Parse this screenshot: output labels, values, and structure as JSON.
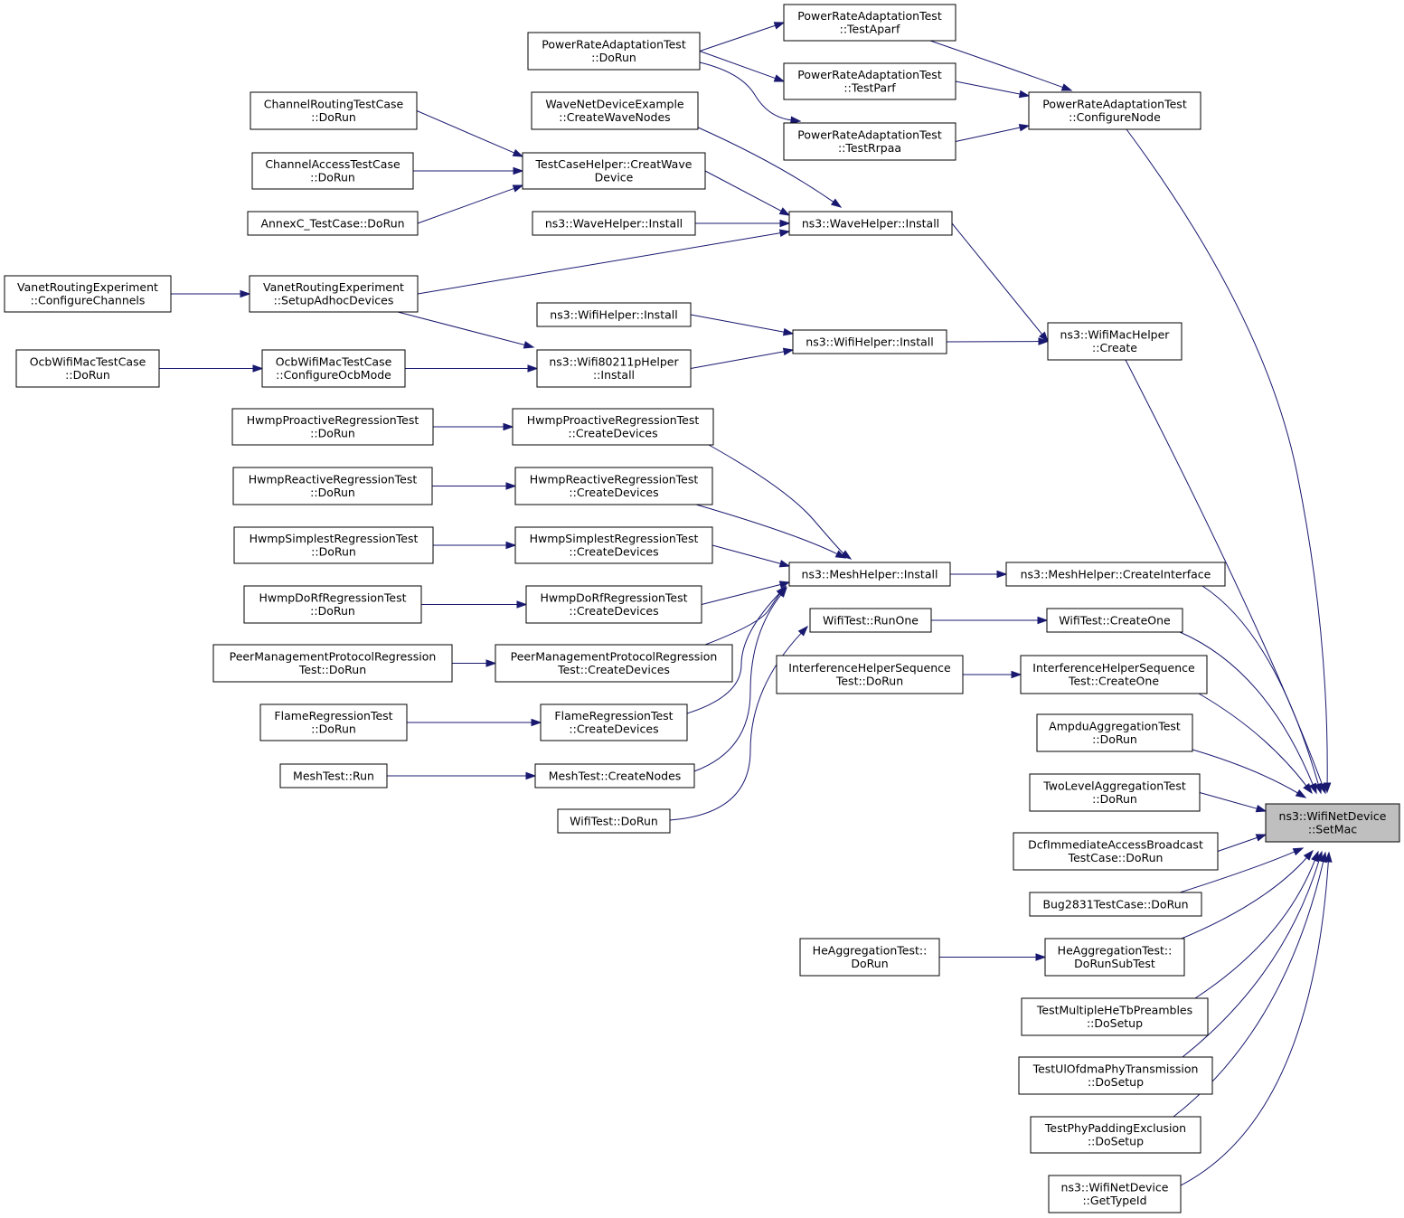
{
  "title": "",
  "nodes": [
    {
      "id": "setmac",
      "lines": [
        "ns3::WifiNetDevice",
        "::SetMac"
      ],
      "root": true
    },
    {
      "id": "pra_dorun",
      "lines": [
        "PowerRateAdaptationTest",
        "::DoRun"
      ]
    },
    {
      "id": "pra_aparf",
      "lines": [
        "PowerRateAdaptationTest",
        "::TestAparf"
      ]
    },
    {
      "id": "pra_parf",
      "lines": [
        "PowerRateAdaptationTest",
        "::TestParf"
      ]
    },
    {
      "id": "pra_rrpaa",
      "lines": [
        "PowerRateAdaptationTest",
        "::TestRrpaa"
      ]
    },
    {
      "id": "pra_confnode",
      "lines": [
        "PowerRateAdaptationTest",
        "::ConfigureNode"
      ]
    },
    {
      "id": "chroute_dorun",
      "lines": [
        "ChannelRoutingTestCase",
        "::DoRun"
      ]
    },
    {
      "id": "chaccess_dorun",
      "lines": [
        "ChannelAccessTestCase",
        "::DoRun"
      ]
    },
    {
      "id": "annexc_dorun",
      "lines": [
        "AnnexC_TestCase::DoRun"
      ]
    },
    {
      "id": "wavenet_createwave",
      "lines": [
        "WaveNetDeviceExample",
        "::CreateWaveNodes"
      ]
    },
    {
      "id": "tch_creatwave",
      "lines": [
        "TestCaseHelper::CreatWave",
        "Device"
      ]
    },
    {
      "id": "wavehelper_install_a",
      "lines": [
        "ns3::WaveHelper::Install"
      ]
    },
    {
      "id": "wavehelper_install_b",
      "lines": [
        "ns3::WaveHelper::Install"
      ]
    },
    {
      "id": "vanet_confchan",
      "lines": [
        "VanetRoutingExperiment",
        "::ConfigureChannels"
      ]
    },
    {
      "id": "vanet_setup",
      "lines": [
        "VanetRoutingExperiment",
        "::SetupAdhocDevices"
      ]
    },
    {
      "id": "wifihelper_install_a",
      "lines": [
        "ns3::WifiHelper::Install"
      ]
    },
    {
      "id": "wifihelper_install_b",
      "lines": [
        "ns3::WifiHelper::Install"
      ]
    },
    {
      "id": "wifi80211p_install",
      "lines": [
        "ns3::Wifi80211pHelper",
        "::Install"
      ]
    },
    {
      "id": "wifimachelper_create",
      "lines": [
        "ns3::WifiMacHelper",
        "::Create"
      ]
    },
    {
      "id": "ocb_dorun",
      "lines": [
        "OcbWifiMacTestCase",
        "::DoRun"
      ]
    },
    {
      "id": "ocb_confmode",
      "lines": [
        "OcbWifiMacTestCase",
        "::ConfigureOcbMode"
      ]
    },
    {
      "id": "hwmp_pro_dorun",
      "lines": [
        "HwmpProactiveRegressionTest",
        "::DoRun"
      ]
    },
    {
      "id": "hwmp_pro_create",
      "lines": [
        "HwmpProactiveRegressionTest",
        "::CreateDevices"
      ]
    },
    {
      "id": "hwmp_re_dorun",
      "lines": [
        "HwmpReactiveRegressionTest",
        "::DoRun"
      ]
    },
    {
      "id": "hwmp_re_create",
      "lines": [
        "HwmpReactiveRegressionTest",
        "::CreateDevices"
      ]
    },
    {
      "id": "hwmp_si_dorun",
      "lines": [
        "HwmpSimplestRegressionTest",
        "::DoRun"
      ]
    },
    {
      "id": "hwmp_si_create",
      "lines": [
        "HwmpSimplestRegressionTest",
        "::CreateDevices"
      ]
    },
    {
      "id": "hwmp_dorf_dorun",
      "lines": [
        "HwmpDoRfRegressionTest",
        "::DoRun"
      ]
    },
    {
      "id": "hwmp_dorf_create",
      "lines": [
        "HwmpDoRfRegressionTest",
        "::CreateDevices"
      ]
    },
    {
      "id": "peer_dorun",
      "lines": [
        "PeerManagementProtocolRegression",
        "Test::DoRun"
      ]
    },
    {
      "id": "peer_create",
      "lines": [
        "PeerManagementProtocolRegression",
        "Test::CreateDevices"
      ]
    },
    {
      "id": "flame_dorun",
      "lines": [
        "FlameRegressionTest",
        "::DoRun"
      ]
    },
    {
      "id": "flame_create",
      "lines": [
        "FlameRegressionTest",
        "::CreateDevices"
      ]
    },
    {
      "id": "meshtest_run",
      "lines": [
        "MeshTest::Run"
      ]
    },
    {
      "id": "meshtest_createnodes",
      "lines": [
        "MeshTest::CreateNodes"
      ]
    },
    {
      "id": "wifitest_dorun",
      "lines": [
        "WifiTest::DoRun"
      ]
    },
    {
      "id": "meshhelper_install",
      "lines": [
        "ns3::MeshHelper::Install"
      ]
    },
    {
      "id": "meshhelper_createif",
      "lines": [
        "ns3::MeshHelper::CreateInterface"
      ]
    },
    {
      "id": "wifitest_runone",
      "lines": [
        "WifiTest::RunOne"
      ]
    },
    {
      "id": "wifitest_createone",
      "lines": [
        "WifiTest::CreateOne"
      ]
    },
    {
      "id": "ihs_dorun",
      "lines": [
        "InterferenceHelperSequence",
        "Test::DoRun"
      ]
    },
    {
      "id": "ihs_createone",
      "lines": [
        "InterferenceHelperSequence",
        "Test::CreateOne"
      ]
    },
    {
      "id": "ampdu_dorun",
      "lines": [
        "AmpduAggregationTest",
        "::DoRun"
      ]
    },
    {
      "id": "twolevel_dorun",
      "lines": [
        "TwoLevelAggregationTest",
        "::DoRun"
      ]
    },
    {
      "id": "dcf_dorun",
      "lines": [
        "DcfImmediateAccessBroadcast",
        "TestCase::DoRun"
      ]
    },
    {
      "id": "bug2831_dorun",
      "lines": [
        "Bug2831TestCase::DoRun"
      ]
    },
    {
      "id": "heagg_dorun",
      "lines": [
        "HeAggregationTest::",
        "DoRun"
      ]
    },
    {
      "id": "heagg_dorunsub",
      "lines": [
        "HeAggregationTest::",
        "DoRunSubTest"
      ]
    },
    {
      "id": "multihetb_setup",
      "lines": [
        "TestMultipleHeTbPreambles",
        "::DoSetup"
      ]
    },
    {
      "id": "ulofdma_setup",
      "lines": [
        "TestUlOfdmaPhyTransmission",
        "::DoSetup"
      ]
    },
    {
      "id": "phypad_setup",
      "lines": [
        "TestPhyPaddingExclusion",
        "::DoSetup"
      ]
    },
    {
      "id": "gettypeid",
      "lines": [
        "ns3::WifiNetDevice",
        "::GetTypeId"
      ]
    }
  ],
  "edges": [
    [
      "pra_dorun",
      "pra_aparf"
    ],
    [
      "pra_dorun",
      "pra_parf"
    ],
    [
      "pra_dorun",
      "pra_rrpaa"
    ],
    [
      "pra_aparf",
      "pra_confnode"
    ],
    [
      "pra_parf",
      "pra_confnode"
    ],
    [
      "pra_rrpaa",
      "pra_confnode"
    ],
    [
      "pra_confnode",
      "setmac"
    ],
    [
      "chroute_dorun",
      "tch_creatwave"
    ],
    [
      "chaccess_dorun",
      "tch_creatwave"
    ],
    [
      "annexc_dorun",
      "tch_creatwave"
    ],
    [
      "tch_creatwave",
      "wavehelper_install_b"
    ],
    [
      "wavenet_createwave",
      "wavehelper_install_b"
    ],
    [
      "wavehelper_install_a",
      "wavehelper_install_b"
    ],
    [
      "vanet_setup",
      "wavehelper_install_b"
    ],
    [
      "wavehelper_install_b",
      "wifimachelper_create"
    ],
    [
      "vanet_confchan",
      "vanet_setup"
    ],
    [
      "vanet_setup",
      "wifi80211p_install"
    ],
    [
      "wifihelper_install_a",
      "wifihelper_install_b"
    ],
    [
      "wifi80211p_install",
      "wifihelper_install_b"
    ],
    [
      "wifihelper_install_b",
      "wifimachelper_create"
    ],
    [
      "wifimachelper_create",
      "setmac"
    ],
    [
      "ocb_dorun",
      "ocb_confmode"
    ],
    [
      "ocb_confmode",
      "wifi80211p_install"
    ],
    [
      "hwmp_pro_dorun",
      "hwmp_pro_create"
    ],
    [
      "hwmp_re_dorun",
      "hwmp_re_create"
    ],
    [
      "hwmp_si_dorun",
      "hwmp_si_create"
    ],
    [
      "hwmp_dorf_dorun",
      "hwmp_dorf_create"
    ],
    [
      "peer_dorun",
      "peer_create"
    ],
    [
      "flame_dorun",
      "flame_create"
    ],
    [
      "meshtest_run",
      "meshtest_createnodes"
    ],
    [
      "hwmp_pro_create",
      "meshhelper_install"
    ],
    [
      "hwmp_re_create",
      "meshhelper_install"
    ],
    [
      "hwmp_si_create",
      "meshhelper_install"
    ],
    [
      "hwmp_dorf_create",
      "meshhelper_install"
    ],
    [
      "peer_create",
      "meshhelper_install"
    ],
    [
      "flame_create",
      "meshhelper_install"
    ],
    [
      "meshtest_createnodes",
      "meshhelper_install"
    ],
    [
      "meshhelper_install",
      "meshhelper_createif"
    ],
    [
      "meshhelper_createif",
      "setmac"
    ],
    [
      "wifitest_dorun",
      "wifitest_runone"
    ],
    [
      "wifitest_runone",
      "wifitest_createone"
    ],
    [
      "wifitest_createone",
      "setmac"
    ],
    [
      "ihs_dorun",
      "ihs_createone"
    ],
    [
      "ihs_createone",
      "setmac"
    ],
    [
      "ampdu_dorun",
      "setmac"
    ],
    [
      "twolevel_dorun",
      "setmac"
    ],
    [
      "dcf_dorun",
      "setmac"
    ],
    [
      "bug2831_dorun",
      "setmac"
    ],
    [
      "heagg_dorun",
      "heagg_dorunsub"
    ],
    [
      "heagg_dorunsub",
      "setmac"
    ],
    [
      "multihetb_setup",
      "setmac"
    ],
    [
      "ulofdma_setup",
      "setmac"
    ],
    [
      "phypad_setup",
      "setmac"
    ],
    [
      "gettypeid",
      "setmac"
    ]
  ]
}
